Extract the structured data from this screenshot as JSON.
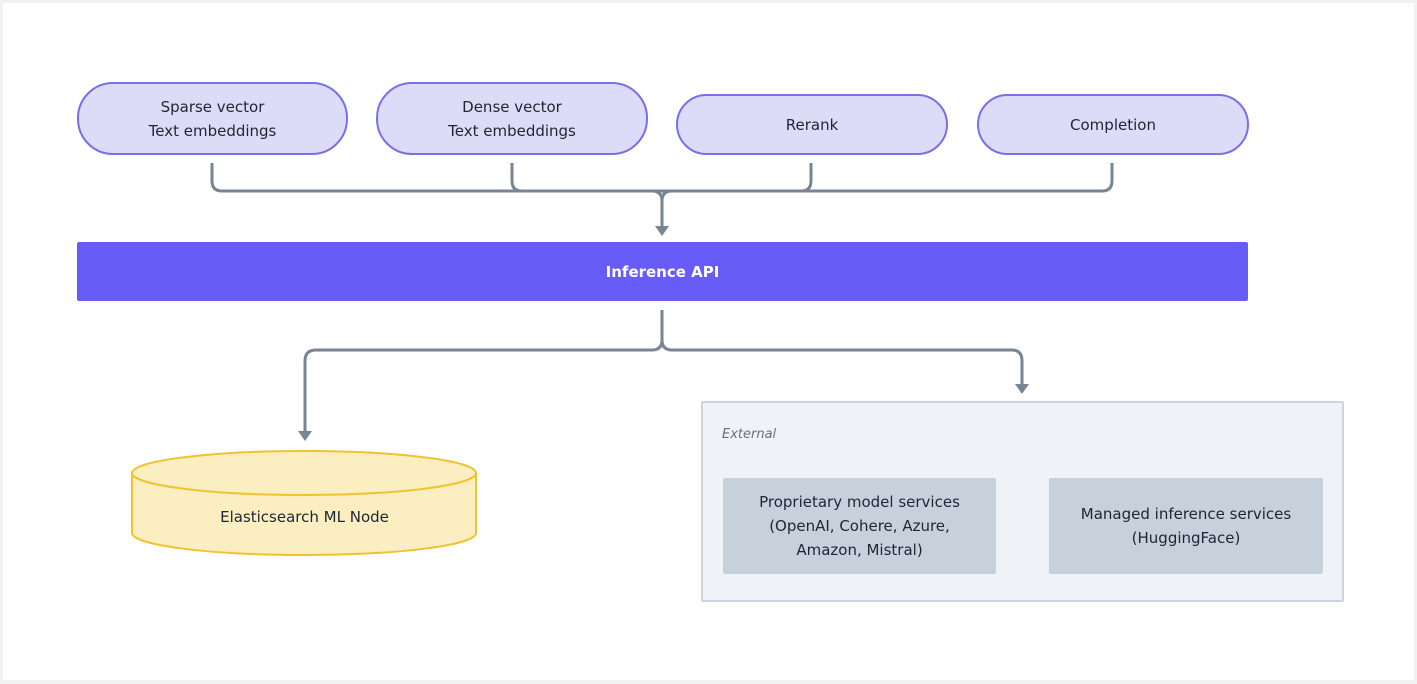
{
  "task_nodes": [
    {
      "lines": [
        "Sparse vector",
        "Text embeddings"
      ]
    },
    {
      "lines": [
        "Dense vector",
        "Text embeddings"
      ]
    },
    {
      "lines": [
        "Rerank"
      ]
    },
    {
      "lines": [
        "Completion"
      ]
    }
  ],
  "inference_api": {
    "label": "Inference API"
  },
  "ml_node": {
    "label": "Elasticsearch ML Node"
  },
  "external": {
    "label": "External",
    "services": [
      {
        "lines": [
          "Proprietary model services",
          "(OpenAI, Cohere, Azure,",
          "Amazon, Mistral)"
        ]
      },
      {
        "lines": [
          "Managed inference services",
          "(HuggingFace)"
        ]
      }
    ]
  },
  "colors": {
    "task_fill": "#dcdcf9",
    "task_border": "#7b6ee6",
    "api_fill": "#675cf7",
    "connector": "#7a8593",
    "db_fill": "#fbeec1",
    "db_border": "#f0c22e",
    "external_fill": "#eff3f7",
    "service_fill": "#c7d1dc"
  }
}
